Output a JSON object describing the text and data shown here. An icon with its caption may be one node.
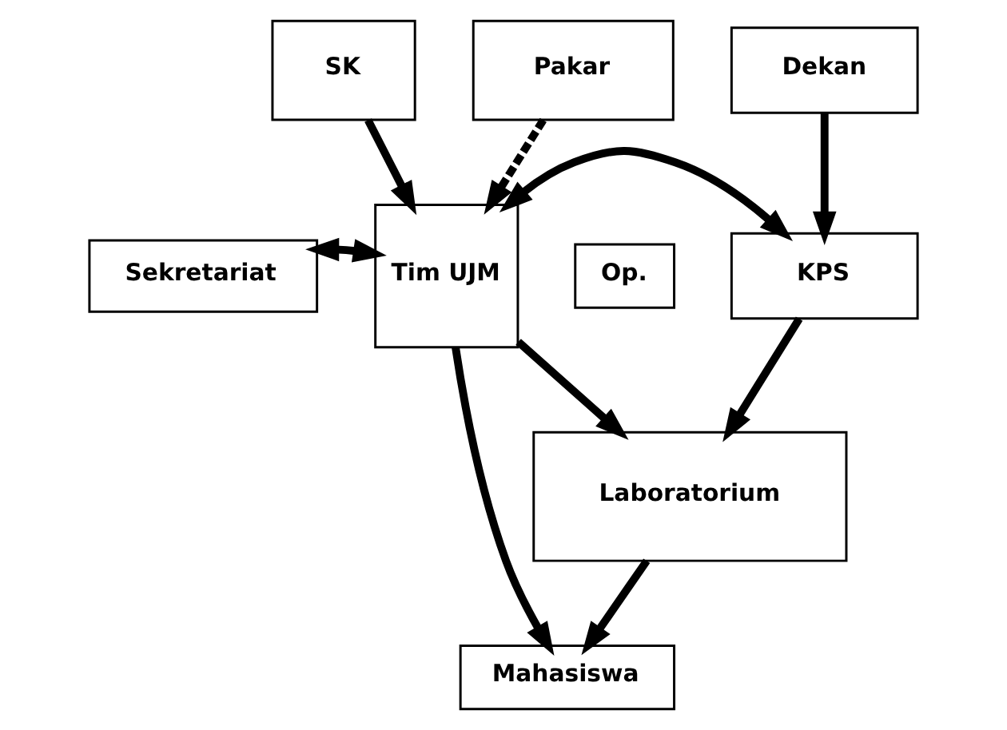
{
  "diagram": {
    "nodes": [
      {
        "text": [
          "SK"
        ]
      },
      {
        "text": [
          "Pakar"
        ]
      },
      {
        "text": [
          "Dekan"
        ]
      },
      {
        "text": [
          "Sekretariat"
        ]
      },
      {
        "text": [
          "Tim UJM"
        ]
      },
      {
        "text": [
          "Op."
        ]
      },
      {
        "text": [
          "KPS"
        ]
      },
      {
        "text": [
          "Laboratorium"
        ]
      },
      {
        "text": [
          "Mahasiswa"
        ]
      }
    ],
    "edges": [
      {
        "from": 0,
        "to": 4,
        "arrow": "to"
      },
      {
        "from": 1,
        "to": 4,
        "arrow": "to",
        "style": "dashed"
      },
      {
        "from": 2,
        "to": 6,
        "arrow": "to"
      },
      {
        "from": 3,
        "to": 4,
        "arrow": "both"
      },
      {
        "from": 4,
        "to": 6,
        "arrow": "both"
      },
      {
        "from": 6,
        "to": 7,
        "arrow": "to"
      },
      {
        "from": 4,
        "to": 7,
        "arrow": "to"
      },
      {
        "from": 4,
        "to": 8,
        "arrow": "to"
      },
      {
        "from": 7,
        "to": 8,
        "arrow": "to"
      }
    ]
  }
}
